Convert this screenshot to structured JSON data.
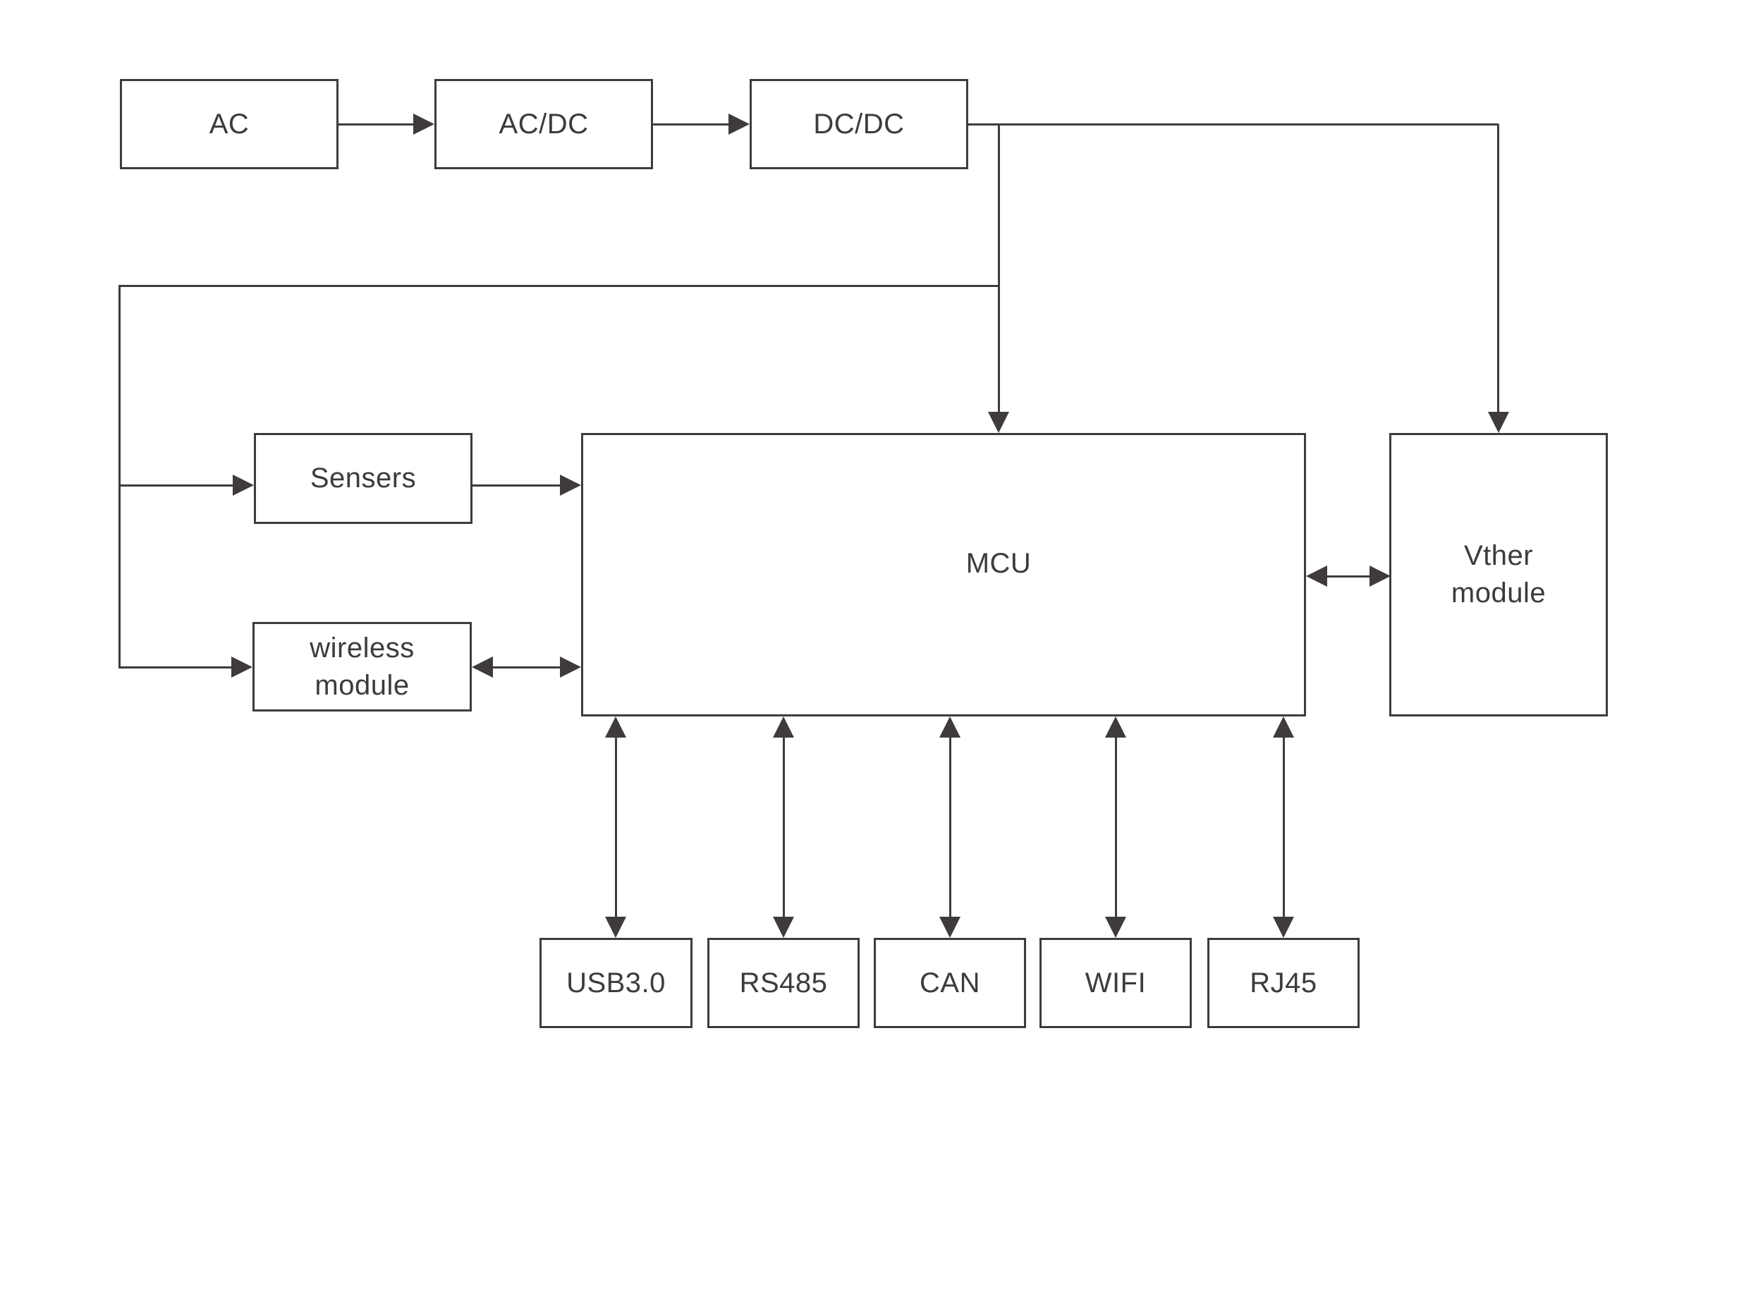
{
  "diagram": {
    "type": "block-diagram",
    "colors": {
      "line": "#3f3b3b",
      "text": "#3f3b3b",
      "background": "#ffffff",
      "node_fill": "#ffffff"
    },
    "nodes": {
      "ac": {
        "label": "AC"
      },
      "acdc": {
        "label": "AC/DC"
      },
      "dcdc": {
        "label": "DC/DC"
      },
      "sensers": {
        "label": "Sensers"
      },
      "wireless": {
        "label_lines": [
          "wireless",
          "module"
        ]
      },
      "mcu": {
        "label": "MCU"
      },
      "vther": {
        "label_lines": [
          "Vther",
          "module"
        ]
      },
      "usb": {
        "label": "USB3.0"
      },
      "rs485": {
        "label": "RS485"
      },
      "can": {
        "label": "CAN"
      },
      "wifi": {
        "label": "WIFI"
      },
      "rj45": {
        "label": "RJ45"
      }
    },
    "edges": [
      {
        "from": "ac",
        "to": "acdc",
        "type": "arrow"
      },
      {
        "from": "acdc",
        "to": "dcdc",
        "type": "arrow"
      },
      {
        "from": "dcdc",
        "to": "mcu",
        "type": "arrow"
      },
      {
        "from": "dcdc",
        "to": "vther",
        "type": "arrow"
      },
      {
        "from": "dcdc",
        "to": "sensers",
        "type": "arrow"
      },
      {
        "from": "dcdc",
        "to": "wireless",
        "type": "arrow"
      },
      {
        "from": "sensers",
        "to": "mcu",
        "type": "arrow"
      },
      {
        "from": "wireless",
        "to": "mcu",
        "type": "double-arrow"
      },
      {
        "from": "mcu",
        "to": "vther",
        "type": "double-arrow"
      },
      {
        "from": "mcu",
        "to": "usb",
        "type": "double-arrow"
      },
      {
        "from": "mcu",
        "to": "rs485",
        "type": "double-arrow"
      },
      {
        "from": "mcu",
        "to": "can",
        "type": "double-arrow"
      },
      {
        "from": "mcu",
        "to": "wifi",
        "type": "double-arrow"
      },
      {
        "from": "mcu",
        "to": "rj45",
        "type": "double-arrow"
      }
    ]
  }
}
